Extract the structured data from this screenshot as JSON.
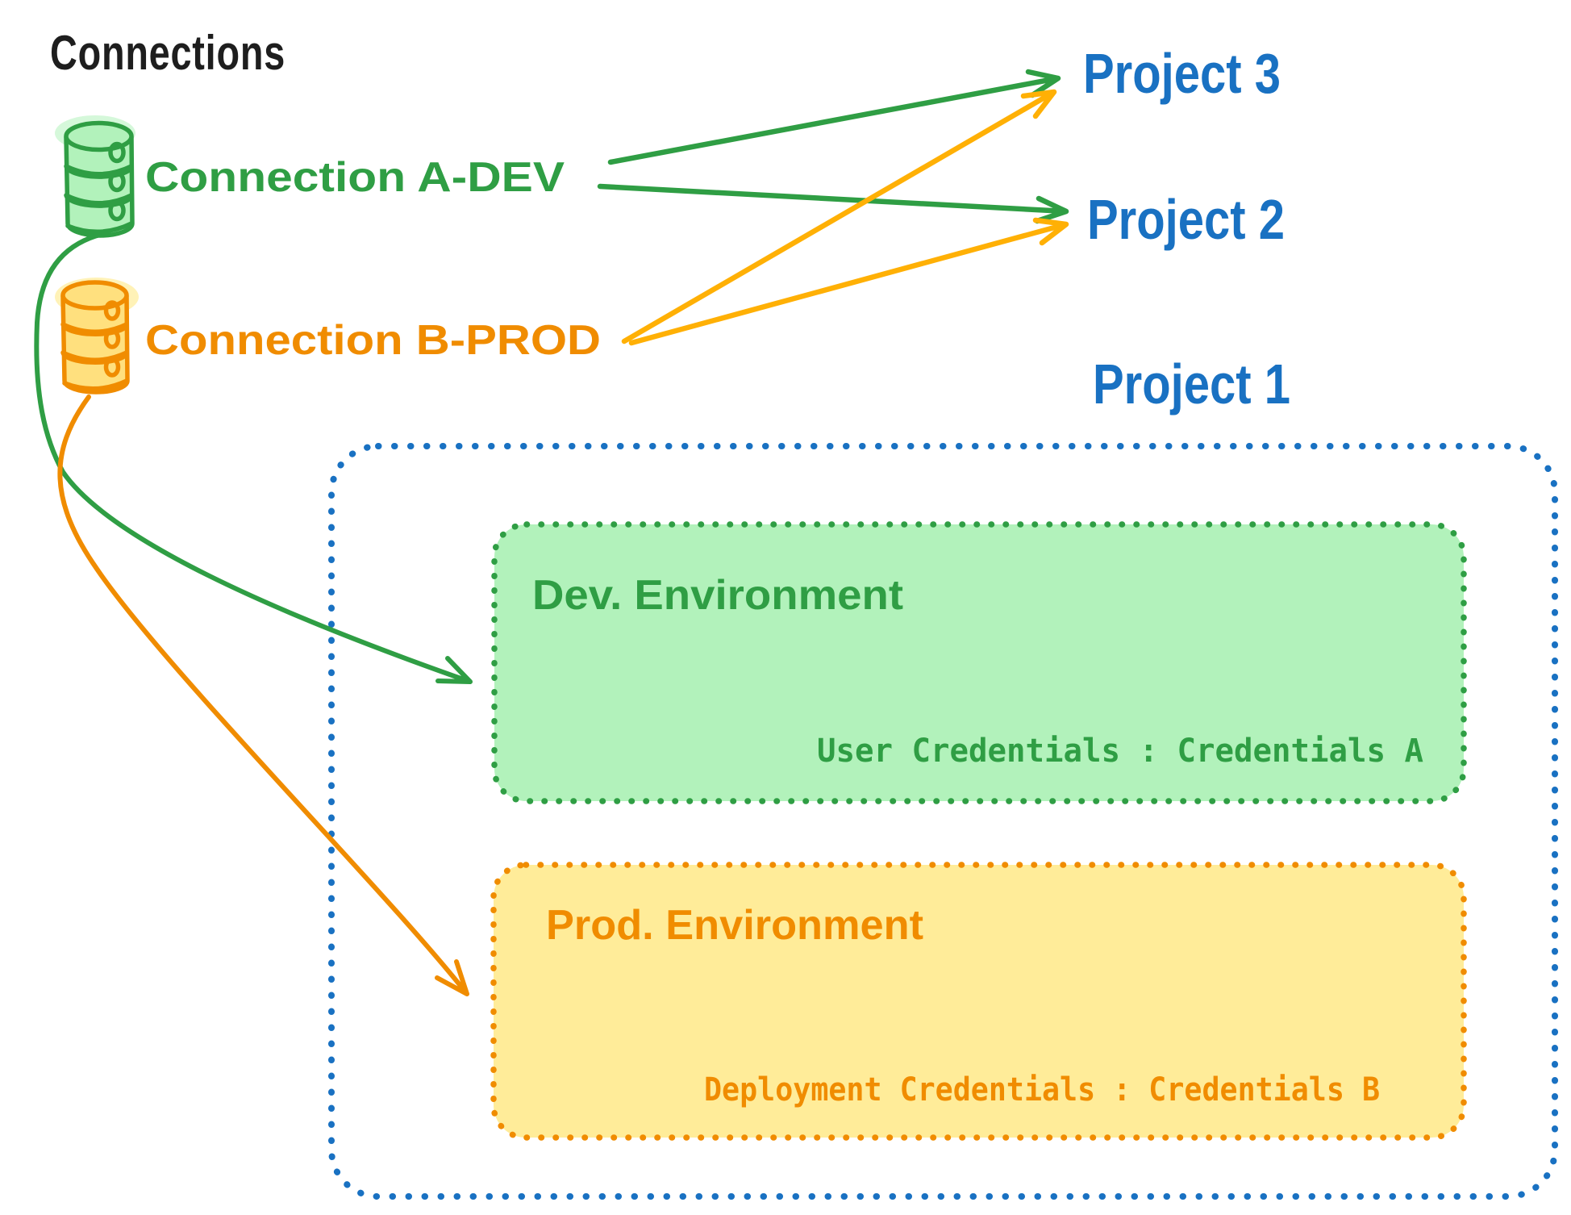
{
  "title": "Connections",
  "colors": {
    "title_black": "#1e1e1e",
    "green_stroke": "#2f9e44",
    "green_fill": "#b2f2bb",
    "orange_stroke": "#f08c00",
    "orange_box_fill": "#ffec99",
    "orange_cylinder_fill": "#ffe07e",
    "blue": "#1971c2"
  },
  "connections": [
    {
      "label": "Connection A-DEV",
      "color": "#2f9e44",
      "icon": "database-cylinder-icon",
      "targets": [
        "Project 3",
        "Project 2",
        "Dev. Environment"
      ]
    },
    {
      "label": "Connection B-PROD",
      "color": "#f08c00",
      "icon": "database-cylinder-icon",
      "targets": [
        "Project 3",
        "Project 2",
        "Prod. Environment"
      ]
    }
  ],
  "projects": [
    {
      "label": "Project 3"
    },
    {
      "label": "Project 2"
    },
    {
      "label": "Project 1"
    }
  ],
  "project1_box": {
    "label": "Project 1",
    "environments": [
      {
        "title": "Dev. Environment",
        "credentials_label": "User Credentials : Credentials A",
        "color": "#2f9e44"
      },
      {
        "title": "Prod. Environment",
        "credentials_label": "Deployment Credentials : Credentials B",
        "color": "#f08c00"
      }
    ]
  }
}
